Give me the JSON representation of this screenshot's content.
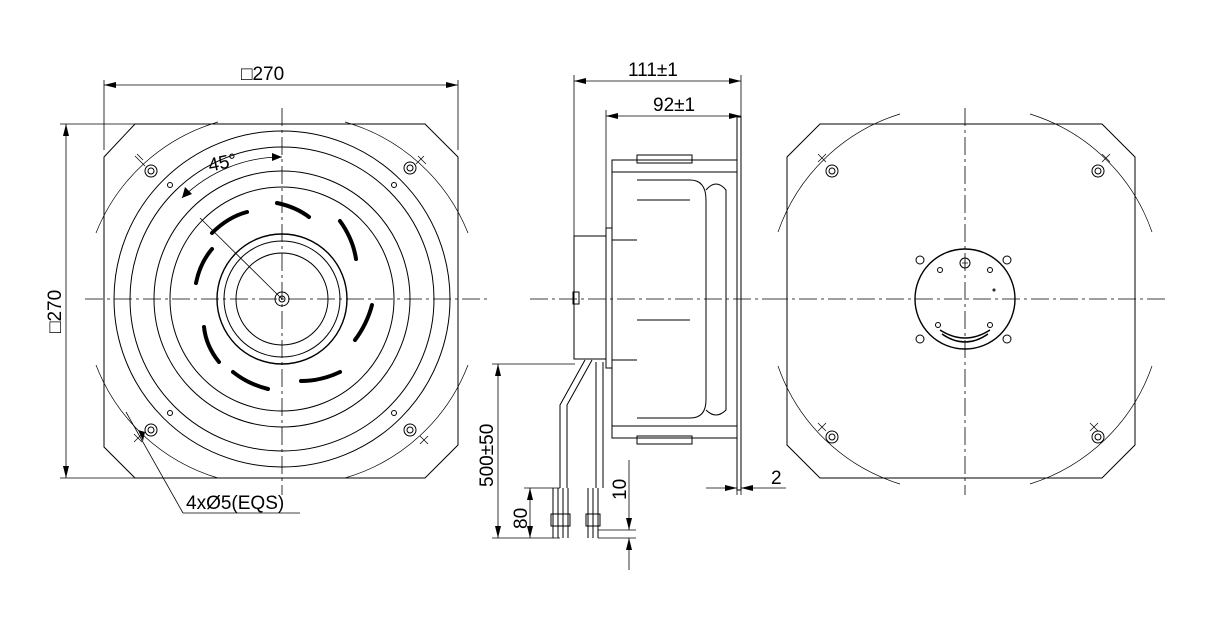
{
  "front_view": {
    "width_label": "□270",
    "height_label": "□270",
    "angle_label": "45°",
    "hole_label": "4xØ5(EQS)"
  },
  "side_view": {
    "overall_depth_label": "111±1",
    "body_depth_label": "92±1",
    "lead_length_label": "500±50",
    "strip_length_label": "80",
    "end_strip_label": "10",
    "flange_label": "2"
  }
}
